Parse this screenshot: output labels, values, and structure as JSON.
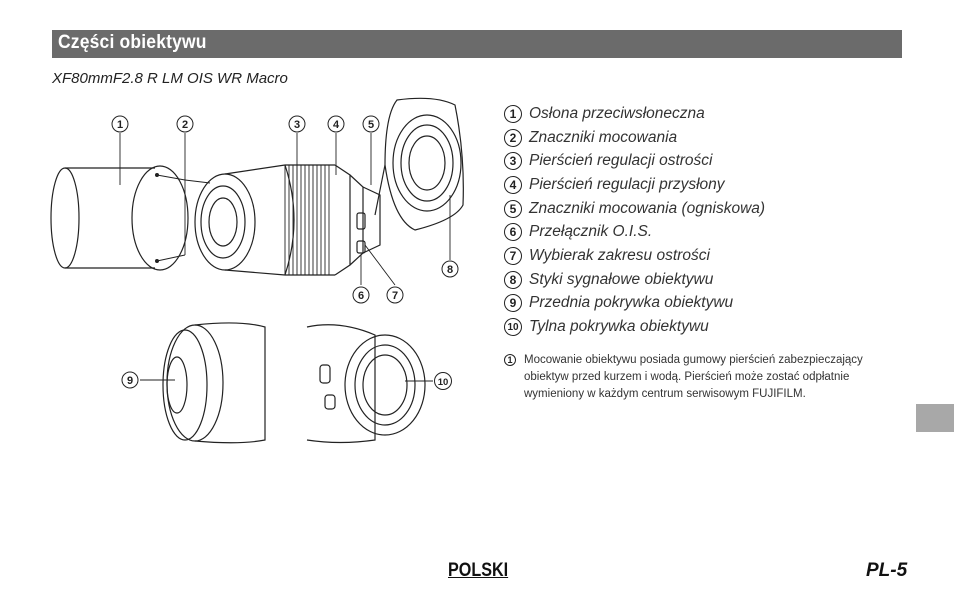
{
  "header": {
    "title": "Części obiektywu"
  },
  "subtitle": "XF80mmF2.8 R LM OIS WR Macro",
  "callouts": [
    "1",
    "2",
    "3",
    "4",
    "5",
    "6",
    "7",
    "8",
    "9",
    "10"
  ],
  "legend": [
    {
      "num": "1",
      "label": "Osłona przeciwsłoneczna"
    },
    {
      "num": "2",
      "label": "Znaczniki mocowania"
    },
    {
      "num": "3",
      "label": "Pierścień regulacji ostrości"
    },
    {
      "num": "4",
      "label": "Pierścień regulacji przysłony"
    },
    {
      "num": "5",
      "label": "Znaczniki mocowania (ogniskowa)"
    },
    {
      "num": "6",
      "label": "Przełącznik O.I.S."
    },
    {
      "num": "7",
      "label": "Wybierak zakresu ostrości"
    },
    {
      "num": "8",
      "label": "Styki sygnałowe obiektywu"
    },
    {
      "num": "9",
      "label": "Przednia pokrywka obiektywu"
    },
    {
      "num": "10",
      "label": "Tylna pokrywka obiektywu"
    }
  ],
  "note": {
    "icon": "1",
    "text": "Mocowanie obiektywu posiada gumowy pierścień zabezpieczający obiektyw przed kurzem i wodą. Pierścień może zostać odpłatnie wymieniony w każdym centrum serwisowym FUJIFILM."
  },
  "footer": {
    "language": "POLSKI",
    "page": "PL-5"
  }
}
